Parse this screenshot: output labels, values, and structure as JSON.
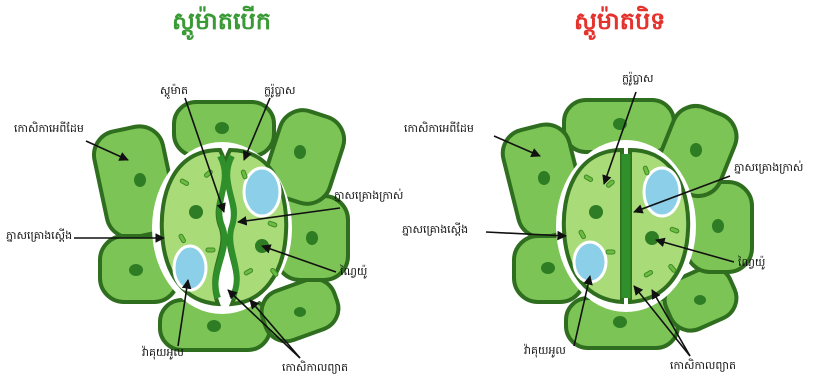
{
  "titles": {
    "open": "ស្តូម៉ាតបើក",
    "closed": "ស្តូម៉ាតបិទ"
  },
  "labels": {
    "stoma": "ស្តូម៉ាត",
    "chloroplast": "ក្លរ៉ូប្លាស",
    "epidermal_cell": "កោសិកាអេពីដែម",
    "thin_wall": "ភ្នាសគ្រោងស្តើង",
    "thick_wall": "ភ្នាសគ្រោងក្រាស់",
    "nucleus": "ណ្វៃយ៉ូ",
    "vacuole": "វ៉ាគុយអូល",
    "guard_cell": "កោសិកាលព្យាត"
  },
  "colors": {
    "title_open": "#3a9a35",
    "title_closed": "#e5322d",
    "outline": "#2e6e1e",
    "cell_fill": "#7cc456",
    "guard_fill": "#a9db79",
    "vacuole_fill": "#8ccfe9",
    "nucleus_fill": "#2e7d24"
  }
}
